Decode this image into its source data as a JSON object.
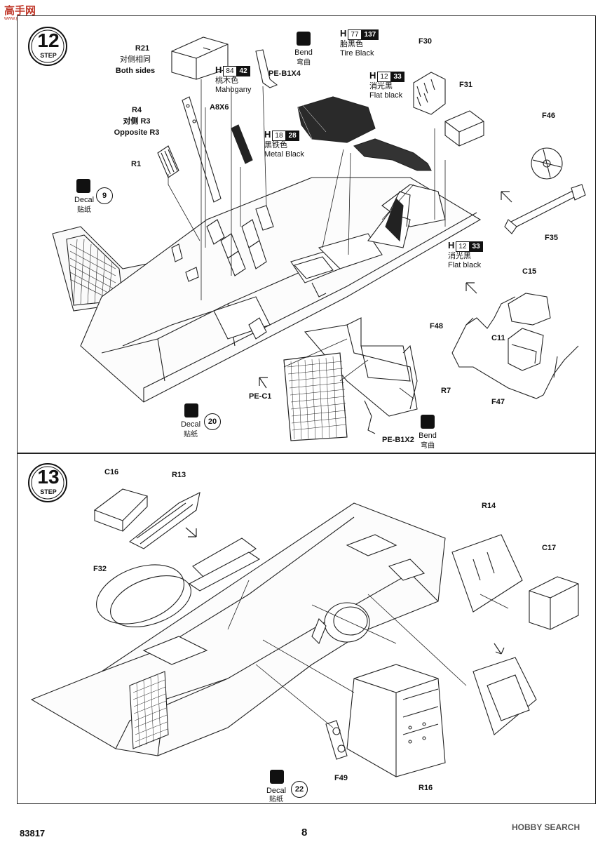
{
  "watermark": {
    "logo_text": "高手网",
    "url": "www.gaoshou.com"
  },
  "step12": {
    "step_number": "12",
    "step_label": "STEP",
    "labels": {
      "r21": "R21",
      "r21_cn": "对侧相同",
      "r21_en": "Both sides",
      "r4": "R4",
      "r4_cn": "对侧 R3",
      "r4_en": "Opposite R3",
      "r1": "R1",
      "a8x6": "A8X6",
      "pe_b1x4": "PE-B1X4",
      "f30": "F30",
      "f31": "F31",
      "f46": "F46",
      "f35": "F35",
      "c15": "C15",
      "c11": "C11",
      "f48": "F48",
      "f47": "F47",
      "pe_c1": "PE-C1",
      "r7": "R7",
      "pe_b1x2": "PE-B1X2"
    },
    "bend1": {
      "en": "Bend",
      "cn": "弯曲"
    },
    "bend2": {
      "en": "Bend",
      "cn": "弯曲"
    },
    "decal9": {
      "en": "Decal",
      "cn": "贴纸",
      "number": "9"
    },
    "decal20": {
      "en": "Decal",
      "cn": "贴纸",
      "number": "20"
    },
    "colors": {
      "mahogany": {
        "h": "H",
        "n1": "84",
        "n2": "42",
        "cn": "桃木色",
        "en": "Mahogany"
      },
      "metal_black": {
        "h": "H",
        "n1": "18",
        "n2": "28",
        "cn": "黑铁色",
        "en": "Metal  Black"
      },
      "tire_black": {
        "h": "H",
        "n1": "77",
        "n2": "137",
        "cn": "胎黑色",
        "en": "Tire Black"
      },
      "flat_black_1": {
        "h": "H",
        "n1": "12",
        "n2": "33",
        "cn": "消光黑",
        "en": "Flat black"
      },
      "flat_black_2": {
        "h": "H",
        "n1": "12",
        "n2": "33",
        "cn": "消光黑",
        "en": "Flat black"
      }
    }
  },
  "step13": {
    "step_number": "13",
    "step_label": "STEP",
    "labels": {
      "c16": "C16",
      "r13": "R13",
      "f32": "F32",
      "r14": "R14",
      "c17": "C17",
      "f49": "F49",
      "r16": "R16"
    },
    "decal22": {
      "en": "Decal",
      "cn": "贴纸",
      "number": "22"
    }
  },
  "footer": {
    "kit_number": "83817",
    "page_number": "8",
    "brand": "HOBBY SEARCH"
  },
  "accent": "#111111"
}
